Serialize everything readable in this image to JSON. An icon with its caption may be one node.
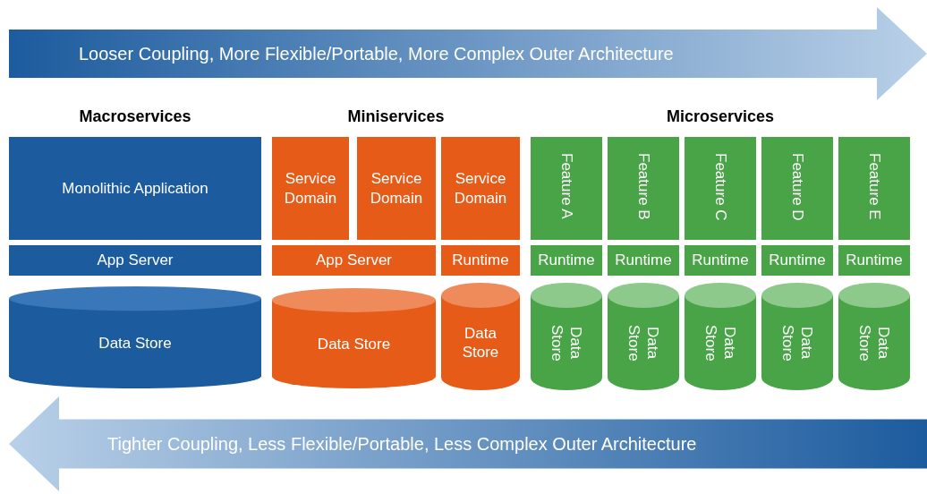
{
  "diagram": {
    "nodes": [
      {
        "text": [
          "Looser Coupling, More Flexible/Portable, More Complex Outer Architecture"
        ]
      },
      {
        "text": [
          "Monolithic Application"
        ]
      },
      {
        "text": [
          "Service Domain"
        ]
      },
      {
        "text": [
          "Service Domain"
        ]
      },
      {
        "text": [
          "Service Domain"
        ]
      },
      {
        "text": [
          "Feature A"
        ]
      },
      {
        "text": [
          "Feature B"
        ]
      },
      {
        "text": [
          "Feature C"
        ]
      },
      {
        "text": [
          "Feature D"
        ]
      },
      {
        "text": [
          "Feature E"
        ]
      },
      {
        "text": [
          "App Server"
        ]
      },
      {
        "text": [
          "App Server"
        ]
      },
      {
        "text": [
          "Runtime"
        ]
      },
      {
        "text": [
          "Runtime"
        ]
      },
      {
        "text": [
          "Runtime"
        ]
      },
      {
        "text": [
          "Runtime"
        ]
      },
      {
        "text": [
          "Runtime"
        ]
      },
      {
        "text": [
          "Runtime"
        ]
      },
      {
        "text": [
          "Data Store"
        ]
      },
      {
        "text": [
          "Data Store"
        ]
      },
      {
        "text": [
          "Data Store"
        ]
      },
      {
        "text": [
          "Data Store"
        ]
      },
      {
        "text": [
          "Data Store"
        ]
      },
      {
        "text": [
          "Data Store"
        ]
      },
      {
        "text": [
          "Data Store"
        ]
      },
      {
        "text": [
          "Data Store"
        ]
      },
      {
        "text": [
          "Tighter Coupling, Less Flexible/Portable, Less Complex Outer Architecture"
        ]
      }
    ],
    "edges": [],
    "labels": [
      "Macroservices",
      "Miniservices",
      "Microservices"
    ]
  }
}
